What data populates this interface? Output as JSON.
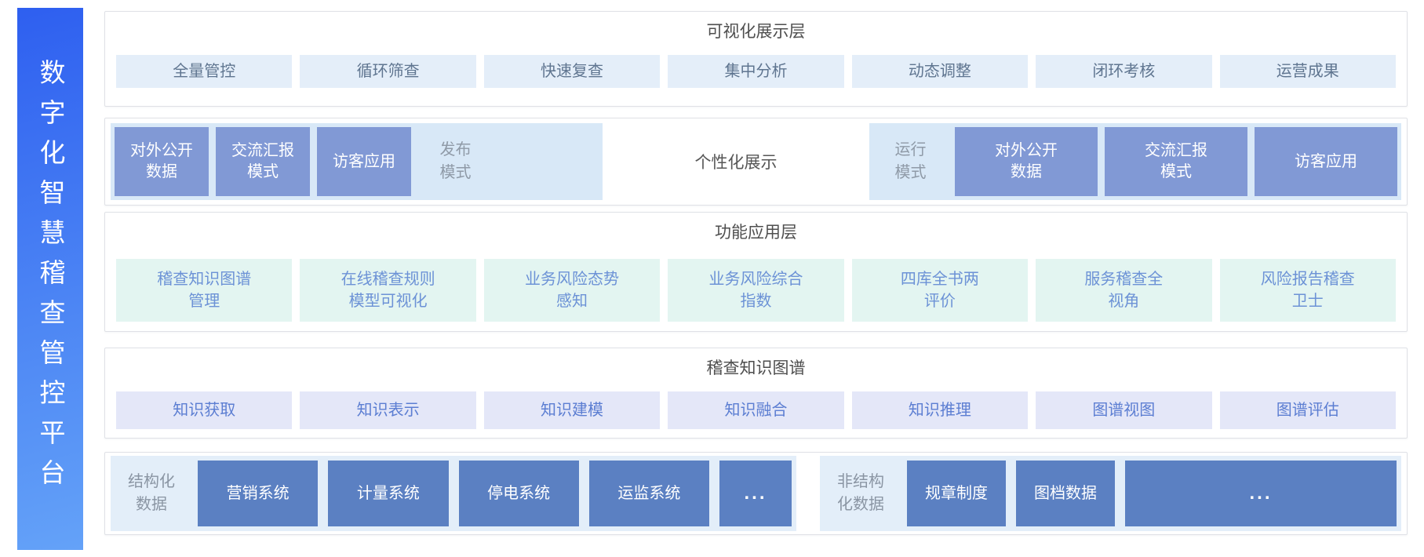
{
  "sidebar": {
    "title": "数字化智慧稽查管控平台"
  },
  "colors": {
    "sidebar_gradient_top": "#2e5ff0",
    "sidebar_gradient_bottom": "#64a2f8",
    "mode_box": "#8199d5",
    "system_box": "#5b80c2",
    "viz_item_bg": "#e4eef9",
    "func_item_bg": "#e3f5f1",
    "knowledge_item_bg": "#e4e7f8",
    "panel_bg": "#d8e8f7",
    "data_panel_bg": "#e3eef9"
  },
  "layers": {
    "visualization": {
      "title": "可视化展示层",
      "items": [
        "全量管控",
        "循环筛查",
        "快速复查",
        "集中分析",
        "动态调整",
        "闭环考核",
        "运营成果"
      ]
    },
    "display": {
      "publish_items": [
        "对外公开\n数据",
        "交流汇报\n模式",
        "访客应用"
      ],
      "publish_label": "发布\n模式",
      "center_label": "个性化展示",
      "run_label": "运行\n模式",
      "run_items": [
        "对外公开\n数据",
        "交流汇报\n模式",
        "访客应用"
      ]
    },
    "function": {
      "title": "功能应用层",
      "items": [
        "稽查知识图谱\n管理",
        "在线稽查规则\n模型可视化",
        "业务风险态势\n感知",
        "业务风险综合\n指数",
        "四库全书两\n评价",
        "服务稽查全\n视角",
        "风险报告稽查\n卫士"
      ]
    },
    "knowledge": {
      "title": "稽查知识图谱",
      "items": [
        "知识获取",
        "知识表示",
        "知识建模",
        "知识融合",
        "知识推理",
        "图谱视图",
        "图谱评估"
      ]
    },
    "data": {
      "structured_label": "结构化\n数据",
      "structured_items": [
        "营销系统",
        "计量系统",
        "停电系统",
        "运监系统",
        "..."
      ],
      "unstructured_label": "非结构\n化数据",
      "unstructured_items": [
        "规章制度",
        "图档数据",
        "..."
      ]
    }
  }
}
